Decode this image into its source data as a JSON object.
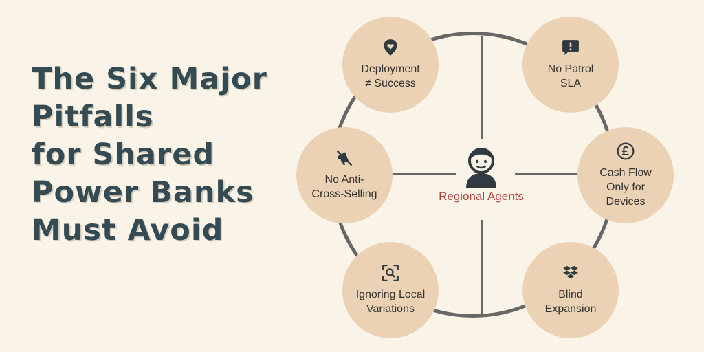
{
  "title": {
    "lines": [
      "The Six Major",
      "Pitfalls",
      "for Shared",
      "Power Banks",
      "Must Avoid"
    ]
  },
  "center": {
    "label": "Regional Agents",
    "icon": "person-icon"
  },
  "nodes": [
    {
      "label": "Deployment\n≠ Success",
      "icon": "location-pin-icon"
    },
    {
      "label": "No Patrol\nSLA",
      "icon": "alert-message-icon"
    },
    {
      "label": "No Anti-\nCross-Selling",
      "icon": "muted-megaphone-icon"
    },
    {
      "label": "Cash Flow\nOnly for\nDevices",
      "icon": "pound-coin-icon"
    },
    {
      "label": "Ignoring Local\nVariations",
      "icon": "scan-search-icon"
    },
    {
      "label": "Blind\nExpansion",
      "icon": "boxes-icon"
    }
  ],
  "colors": {
    "background": "#faf3e8",
    "title": "#344b53",
    "node_fill": "#ebd2b4",
    "ring": "#676767",
    "center_label": "#b3403a"
  }
}
